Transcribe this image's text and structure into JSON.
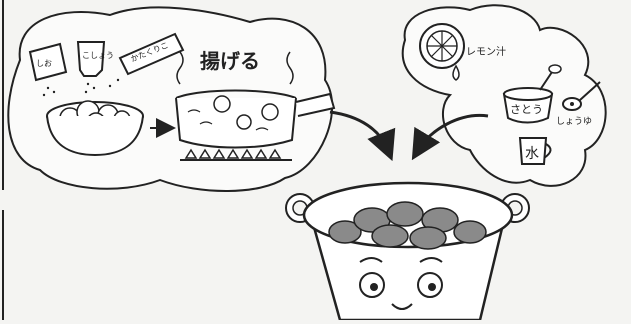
{
  "labels": {
    "fry": "揚げる",
    "lemon_juice": "レモン汁",
    "sugar": "さとう",
    "soy_sauce": "しょうゆ",
    "water": "水",
    "salt_pack": "しお",
    "pepper_pack": "こしょう",
    "starch_box": "かたくりこ"
  },
  "colors": {
    "ink": "#222222",
    "paper": "#f4f4f2",
    "meat_gray": "#8a8a8a"
  }
}
